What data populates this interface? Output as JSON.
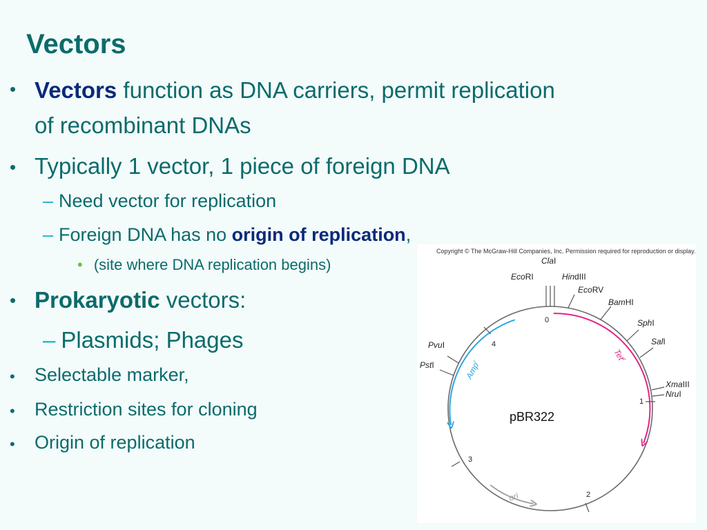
{
  "title": "Vectors",
  "bullets": {
    "b1_bold": "Vectors",
    "b1_rest": " function as DNA carriers, permit replication",
    "b1_line2": "of recombinant DNAs",
    "b2": "Typically 1 vector, 1 piece of foreign DNA",
    "b2_sub1": "Need vector for replication",
    "b2_sub2_pre": "Foreign DNA has no ",
    "b2_sub2_bold": "origin of replication",
    "b2_sub2_post": ",",
    "b2_sub3": "(site where DNA replication begins)",
    "b3_bold": "Prokaryotic",
    "b3_rest": " vectors:",
    "b3_sub1": "Plasmids; Phages",
    "b4": "Selectable marker,",
    "b5": "Restriction sites for cloning",
    "b6": "Origin of replication",
    "bullet_glyph": "•",
    "dash_glyph": "–"
  },
  "figure": {
    "copyright": "Copyright © The McGraw-Hill Companies, Inc. Permission required for reproduction or display.",
    "plasmid_name": "pBR322",
    "genes": {
      "amp": "Amp",
      "amp_sup": "r",
      "tet": "Tet",
      "tet_sup": "r",
      "ori": "ori"
    },
    "scale": [
      "0",
      "1",
      "2",
      "3",
      "4"
    ],
    "sites": [
      {
        "italic": "Cla",
        "plain": "I"
      },
      {
        "italic": "Eco",
        "plain": "RI"
      },
      {
        "italic": "Hin",
        "plain": "dIII"
      },
      {
        "italic": "Eco",
        "plain": "RV"
      },
      {
        "italic": "Bam",
        "plain": "HI"
      },
      {
        "italic": "Sph",
        "plain": "I"
      },
      {
        "italic": "Sal",
        "plain": "I"
      },
      {
        "italic": "Xma",
        "plain": "III"
      },
      {
        "italic": "Nru",
        "plain": "I"
      },
      {
        "italic": "Pvu",
        "plain": "I"
      },
      {
        "italic": "Pst",
        "plain": "I"
      }
    ],
    "colors": {
      "amp": "#2aa7e0",
      "tet": "#e0248a",
      "ori": "#9a9a9a",
      "circle": "#6a6a6a"
    }
  }
}
